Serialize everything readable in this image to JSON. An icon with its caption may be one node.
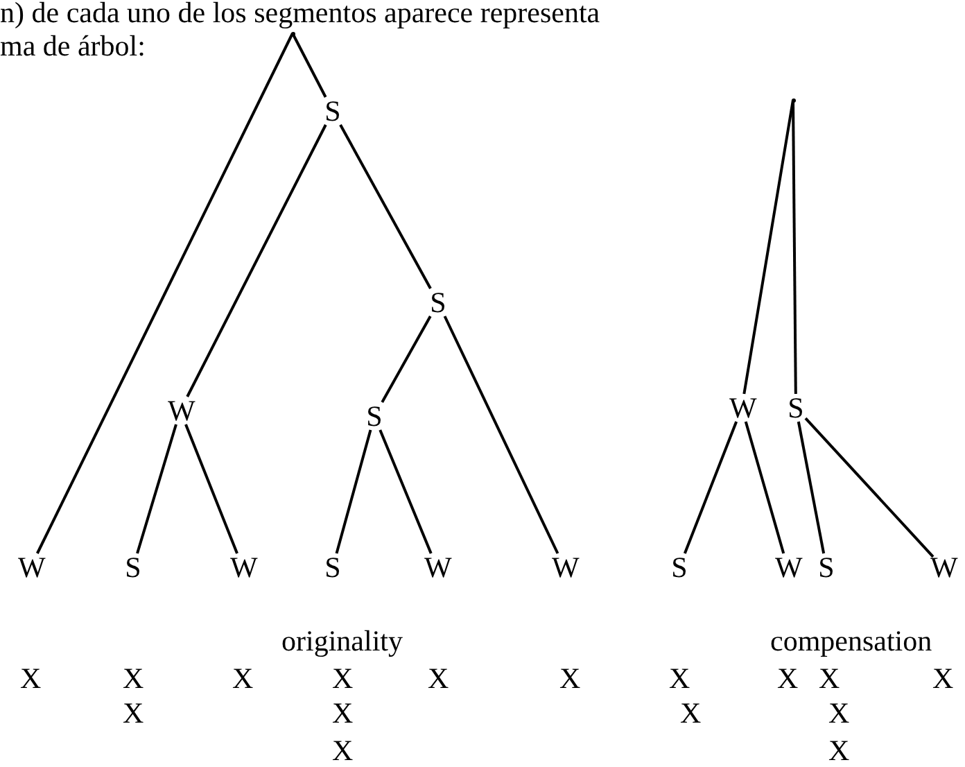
{
  "diagram": {
    "nodes": [
      {
        "text": [],
        "shape": "point"
      },
      {
        "text": [
          "S"
        ]
      },
      {
        "text": [
          "S"
        ]
      },
      {
        "text": [
          "W"
        ]
      },
      {
        "text": [
          "S"
        ]
      },
      {
        "text": [
          "W"
        ]
      },
      {
        "text": [
          "S"
        ]
      },
      {
        "text": [
          "W"
        ]
      },
      {
        "text": [
          "S"
        ]
      },
      {
        "text": [
          "W"
        ]
      },
      {
        "text": [
          "W"
        ]
      },
      {
        "text": [],
        "shape": "point"
      },
      {
        "text": [
          "W"
        ]
      },
      {
        "text": [
          "S"
        ]
      },
      {
        "text": [
          "S"
        ]
      },
      {
        "text": [
          "W"
        ]
      },
      {
        "text": [
          "S"
        ]
      },
      {
        "text": [
          "W"
        ]
      }
    ],
    "edges": [
      {
        "from": 0,
        "to": 5,
        "arrow": "none"
      },
      {
        "from": 0,
        "to": 1,
        "arrow": "none"
      },
      {
        "from": 1,
        "to": 3,
        "arrow": "none"
      },
      {
        "from": 1,
        "to": 2,
        "arrow": "none"
      },
      {
        "from": 2,
        "to": 4,
        "arrow": "none"
      },
      {
        "from": 2,
        "to": 10,
        "arrow": "none"
      },
      {
        "from": 3,
        "to": 6,
        "arrow": "none"
      },
      {
        "from": 3,
        "to": 7,
        "arrow": "none"
      },
      {
        "from": 4,
        "to": 8,
        "arrow": "none"
      },
      {
        "from": 4,
        "to": 9,
        "arrow": "none"
      },
      {
        "from": 11,
        "to": 12,
        "arrow": "none"
      },
      {
        "from": 11,
        "to": 13,
        "arrow": "none"
      },
      {
        "from": 12,
        "to": 14,
        "arrow": "none"
      },
      {
        "from": 12,
        "to": 15,
        "arrow": "none"
      },
      {
        "from": 13,
        "to": 16,
        "arrow": "none"
      },
      {
        "from": 13,
        "to": 17,
        "arrow": "none"
      }
    ],
    "labels": [
      "n) de cada uno de los segmentos aparece representa",
      "ma de árbol:",
      "originality",
      "compensation",
      "X",
      "X",
      "X",
      "X",
      "X",
      "X",
      "X",
      "X",
      "X",
      "X",
      "X",
      "X",
      "X",
      "X",
      "X",
      "X"
    ]
  }
}
